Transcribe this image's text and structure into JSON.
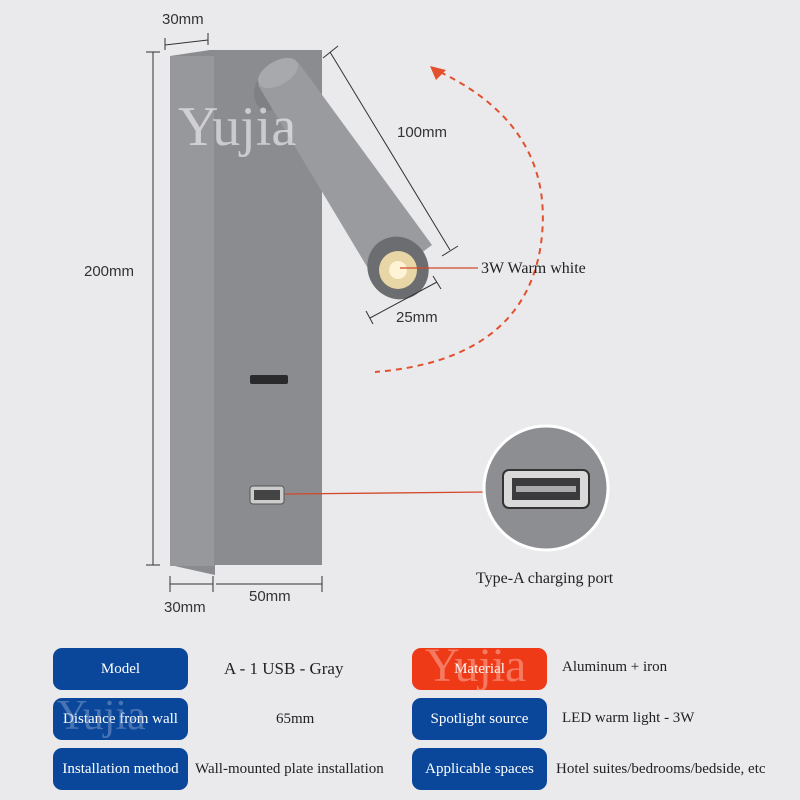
{
  "watermark": "Yujia",
  "dimensions": {
    "top_depth": "30mm",
    "arm_length": "100mm",
    "height": "200mm",
    "head_diameter": "25mm",
    "bottom_depth": "30mm",
    "width": "50mm"
  },
  "callouts": {
    "light": "3W Warm white",
    "usb": "Type-A charging port"
  },
  "colors": {
    "spec_blue": "#0a479a",
    "spec_red": "#ee3a16",
    "arrow": "#e2502e"
  },
  "specs": [
    {
      "label": "Model",
      "value": "A - 1 USB - Gray"
    },
    {
      "label": "Distance from wall",
      "value": "65mm"
    },
    {
      "label": "Installation method",
      "value": "Wall-mounted plate installation"
    },
    {
      "label": "Material",
      "value": "Aluminum + iron"
    },
    {
      "label": "Spotlight source",
      "value": "LED warm light - 3W"
    },
    {
      "label": "Applicable spaces",
      "value": "Hotel suites/bedrooms/bedside, etc"
    }
  ]
}
